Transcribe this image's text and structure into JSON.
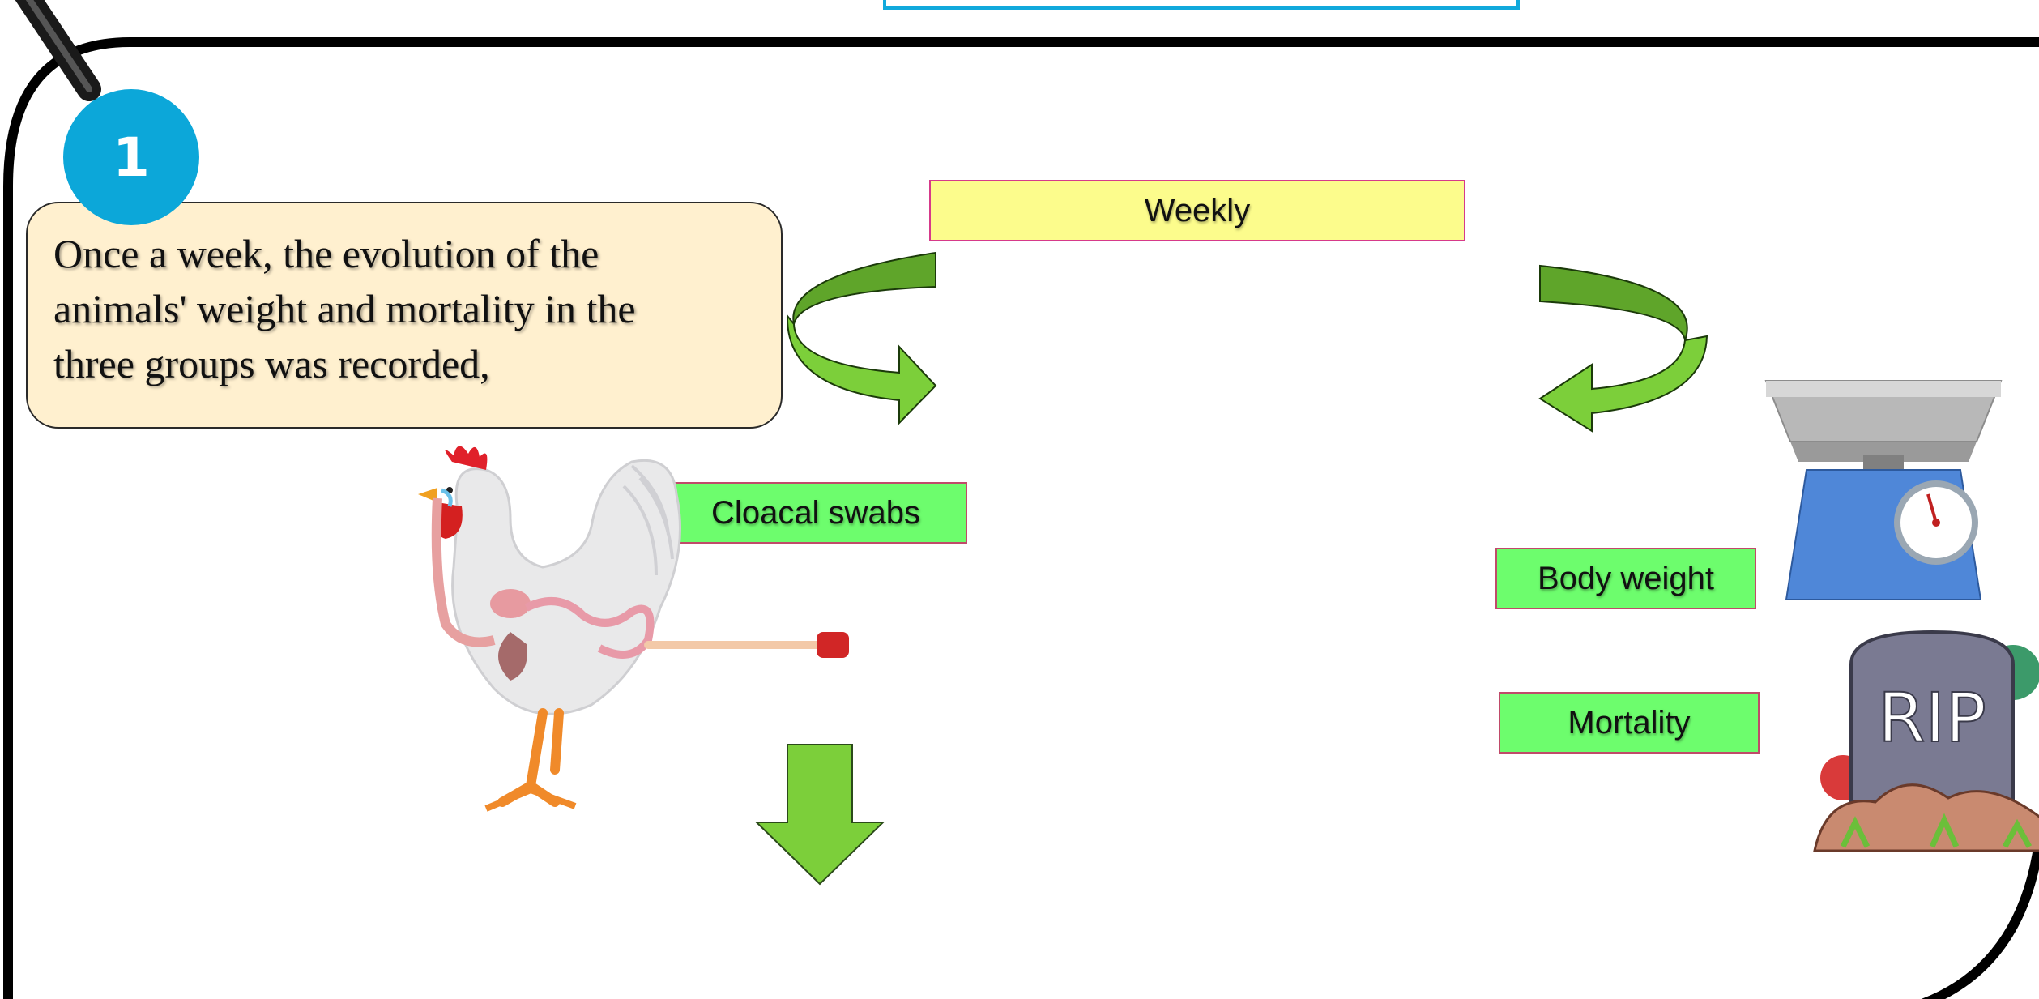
{
  "step": {
    "number": "1"
  },
  "note": {
    "lines": [
      "Once a week, the evolution of the",
      "animals' weight and mortality in the",
      "three groups was recorded,"
    ]
  },
  "labels": {
    "weekly": "Weekly",
    "cloacal_swabs": "Cloacal swabs",
    "body_weight": "Body weight",
    "mortality": "Mortality"
  },
  "images": {
    "tombstone_text": "RIP"
  },
  "colors": {
    "frame": "#000000",
    "badge": "#0ca7d9",
    "note_bg": "#fff0cf",
    "weekly_bg": "#fcfc8c",
    "green_label_bg": "#6dfd6d",
    "arrow_green": "#7ccf3a",
    "arrow_dark_green": "#5fa52a"
  }
}
